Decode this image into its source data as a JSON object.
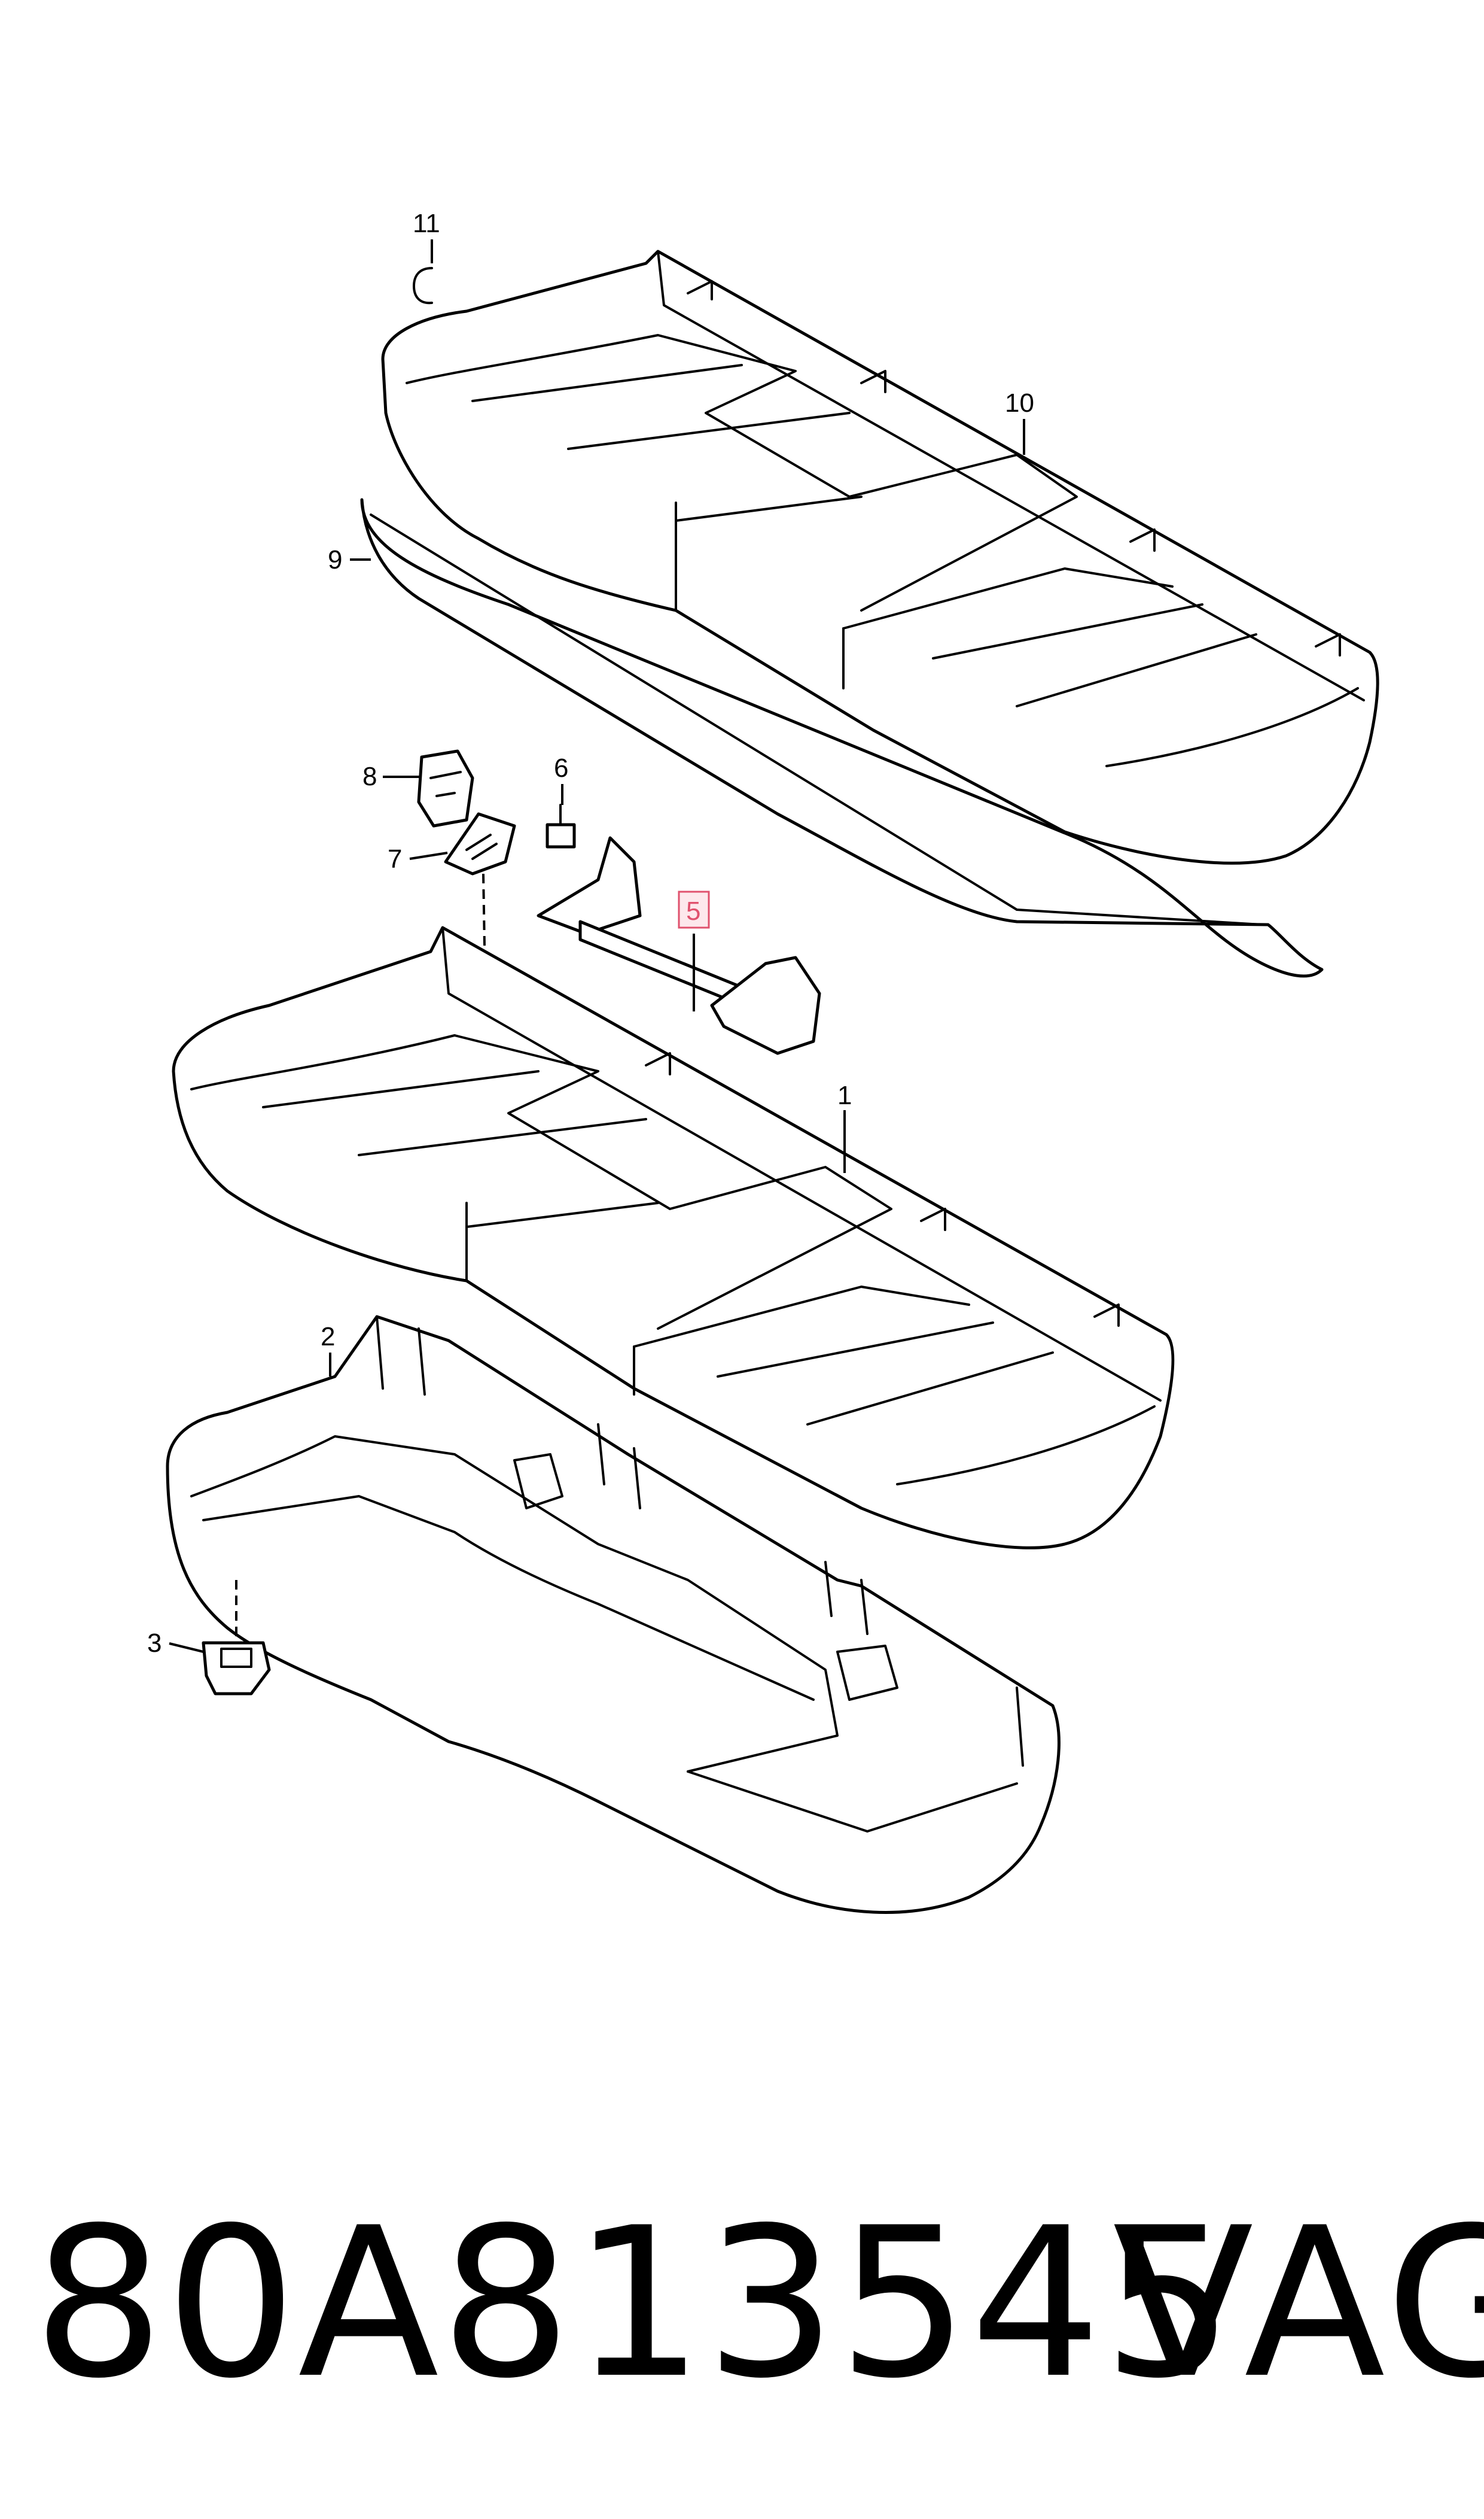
{
  "callouts": [
    {
      "id": "11",
      "label": "11"
    },
    {
      "id": "10",
      "label": "10"
    },
    {
      "id": "9",
      "label": "9"
    },
    {
      "id": "8",
      "label": "8"
    },
    {
      "id": "7",
      "label": "7"
    },
    {
      "id": "6",
      "label": "6"
    },
    {
      "id": "5",
      "label": "5",
      "highlighted": true
    },
    {
      "id": "1",
      "label": "1"
    },
    {
      "id": "2",
      "label": "2"
    },
    {
      "id": "3",
      "label": "3"
    }
  ],
  "footer": {
    "part_number": "80A813545",
    "brand": "VAG"
  },
  "colors": {
    "line": "#000000",
    "highlight": "#e0526e"
  }
}
